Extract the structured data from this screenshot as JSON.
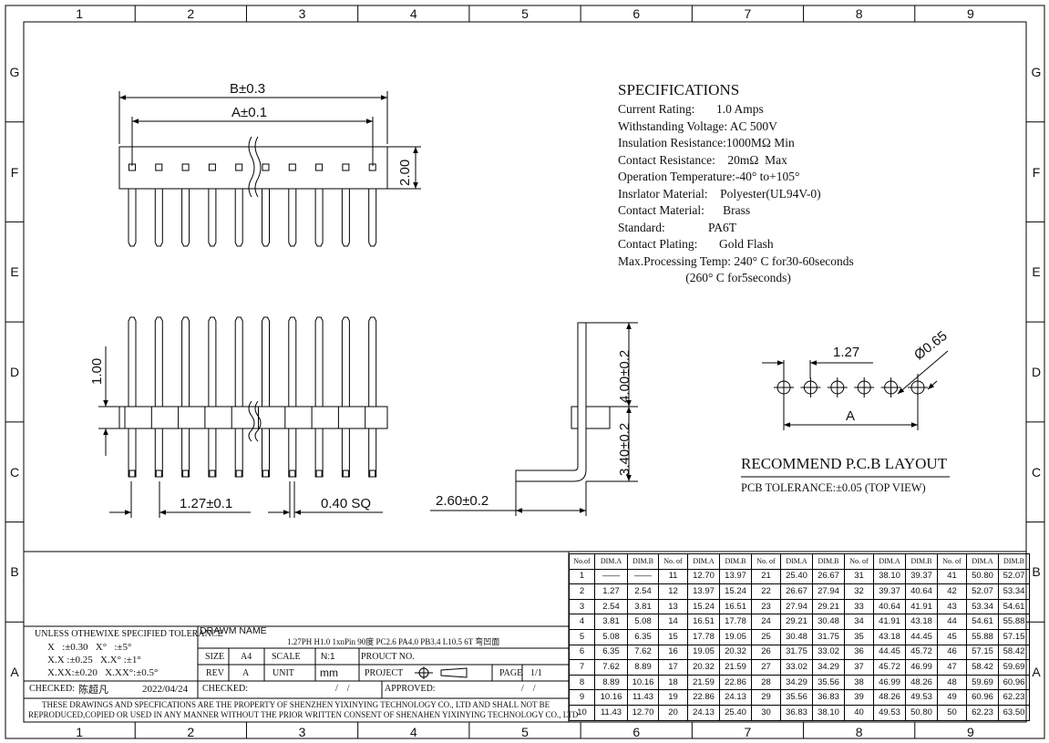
{
  "zones": {
    "columns": [
      "1",
      "2",
      "3",
      "4",
      "5",
      "6",
      "7",
      "8",
      "9"
    ],
    "rows": [
      "G",
      "F",
      "E",
      "D",
      "C",
      "B",
      "A"
    ]
  },
  "specs": {
    "title": "SPECIFICATIONS",
    "lines": [
      "Current Rating:       1.0 Amps",
      "Withstanding Voltage: AC 500V",
      "Insulation Resistance:1000MΩ Min",
      "Contact Resistance:    20mΩ  Max",
      "Operation Temperature:-40° to+105°",
      "Insrlator Material:    Polyester(UL94V-0)",
      "Contact Material:      Brass",
      "Standard:              PA6T",
      "Contact Plating:       Gold Flash",
      "Max.Processing Temp: 240° C for30-60seconds",
      "                      (260° C for5seconds)"
    ]
  },
  "dims": {
    "b": "B±0.3",
    "a": "A±0.1",
    "h200": "2.00",
    "h100": "1.00",
    "pitch": "1.27±0.1",
    "sq": "0.40  SQ",
    "side_len": "2.60±0.2",
    "side_top": "4.00±0.2",
    "side_bot": "3.40±0.2",
    "pcb_pitch": "1.27",
    "pcb_hole": "Ø0.65",
    "pcb_a": "A"
  },
  "pcb": {
    "title": "RECOMMEND P.C.B LAYOUT",
    "tolerance": "PCB TOLERANCE:±0.05 (TOP VIEW)"
  },
  "title_block": {
    "tol_title": "UNLESS OTHEWIXE SPECIFIED TOLERANCE",
    "tol_1": "X   :±0.30   X°   :±5°",
    "tol_2": "X.X :±0.25   X.X° :±1°",
    "tol_3": "X.XX:±0.20   X.XX°:±0.5°",
    "drawn_name": "DRAWM NAME",
    "part_desc": "1.27PH H1.0 1xnPin 90度 PC2.6 PA4.0 PB3.4 L10.5 6T 弯凹面",
    "size_label": "SIZE",
    "size_value": "A4",
    "scale_label": "SCALE",
    "scale_value": "N:1",
    "product_no": "PROUCT NO.",
    "rev_label": "REV",
    "rev_value": "A",
    "unit_label": "UNIT",
    "unit_value": "mm",
    "project_label": "PROJECT",
    "page_label": "PAGE",
    "page_value": "1/1",
    "checked_label": "CHECKED:",
    "checked_name": "陈超凡",
    "checked_date": "2022/04/24",
    "checked2_label": "CHECKED:",
    "date_slashes": "/    /",
    "approved_label": "APPROVED:",
    "date_slashes2": "/    /",
    "notice_1": "THESE DRAWINGS AND SPECFICATIONS ARE THE PROPERTY OF SHENZHEN YIXINYING TECHNOLOGY CO., LTD AND SHALL NOT BE",
    "notice_2": "REPRODUCED,COPIED OR USED IN ANY MANNER WITHOUT THE PRIOR WRITTEN CONSENT OF SHENAHEN YIXINYING TECHNOLOGY CO., LTD"
  },
  "dim_table": {
    "headers": [
      "No.of",
      "DIM.A",
      "DIM.B",
      "No. of",
      "DIM.A",
      "DIM.B",
      "No. of",
      "DIM.A",
      "DIM.B",
      "No. of",
      "DIM.A",
      "DIM.B",
      "No. of",
      "DIM.A",
      "DIM.B"
    ],
    "rows": [
      [
        "1",
        "——",
        "——",
        "11",
        "12.70",
        "13.97",
        "21",
        "25.40",
        "26.67",
        "31",
        "38.10",
        "39.37",
        "41",
        "50.80",
        "52.07"
      ],
      [
        "2",
        "1.27",
        "2.54",
        "12",
        "13.97",
        "15.24",
        "22",
        "26.67",
        "27.94",
        "32",
        "39.37",
        "40.64",
        "42",
        "52.07",
        "53.34"
      ],
      [
        "3",
        "2.54",
        "3.81",
        "13",
        "15.24",
        "16.51",
        "23",
        "27.94",
        "29.21",
        "33",
        "40.64",
        "41.91",
        "43",
        "53.34",
        "54.61"
      ],
      [
        "4",
        "3.81",
        "5.08",
        "14",
        "16.51",
        "17.78",
        "24",
        "29.21",
        "30.48",
        "34",
        "41.91",
        "43.18",
        "44",
        "54.61",
        "55.88"
      ],
      [
        "5",
        "5.08",
        "6.35",
        "15",
        "17.78",
        "19.05",
        "25",
        "30.48",
        "31.75",
        "35",
        "43.18",
        "44.45",
        "45",
        "55.88",
        "57.15"
      ],
      [
        "6",
        "6.35",
        "7.62",
        "16",
        "19.05",
        "20.32",
        "26",
        "31.75",
        "33.02",
        "36",
        "44.45",
        "45.72",
        "46",
        "57.15",
        "58.42"
      ],
      [
        "7",
        "7.62",
        "8.89",
        "17",
        "20.32",
        "21.59",
        "27",
        "33.02",
        "34.29",
        "37",
        "45.72",
        "46.99",
        "47",
        "58.42",
        "59.69"
      ],
      [
        "8",
        "8.89",
        "10.16",
        "18",
        "21.59",
        "22.86",
        "28",
        "34.29",
        "35.56",
        "38",
        "46.99",
        "48.26",
        "48",
        "59.69",
        "60.96"
      ],
      [
        "9",
        "10.16",
        "11.43",
        "19",
        "22.86",
        "24.13",
        "29",
        "35.56",
        "36.83",
        "39",
        "48.26",
        "49.53",
        "49",
        "60.96",
        "62.23"
      ],
      [
        "10",
        "11.43",
        "12.70",
        "20",
        "24.13",
        "25.40",
        "30",
        "36.83",
        "38.10",
        "40",
        "49.53",
        "50.80",
        "50",
        "62.23",
        "63.50"
      ]
    ]
  }
}
